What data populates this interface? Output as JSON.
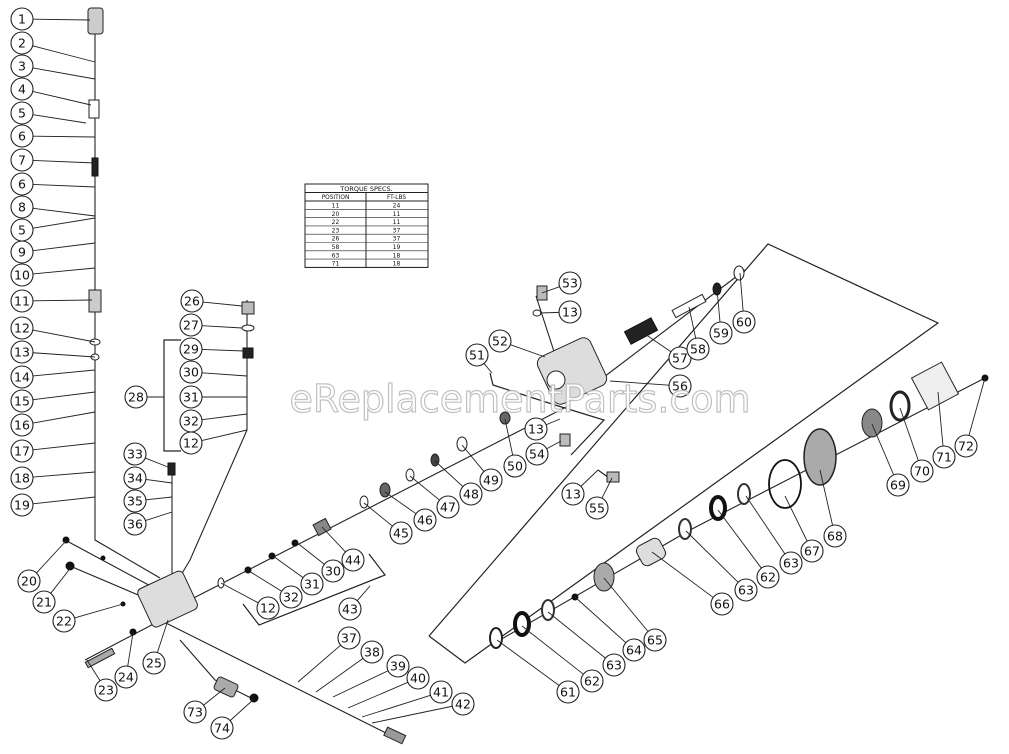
{
  "watermark": "eReplacementParts.com",
  "torque_table": {
    "title": "TORQUE SPECS.",
    "headers": [
      "POSITION",
      "FT-LBS"
    ],
    "rows": [
      [
        "11",
        "24"
      ],
      [
        "20",
        "11"
      ],
      [
        "22",
        "11"
      ],
      [
        "23",
        "37"
      ],
      [
        "26",
        "37"
      ],
      [
        "58",
        "19"
      ],
      [
        "63",
        "18"
      ],
      [
        "71",
        "18"
      ]
    ]
  },
  "callouts": [
    "1",
    "2",
    "3",
    "4",
    "5",
    "6",
    "7",
    "6",
    "8",
    "5",
    "9",
    "10",
    "11",
    "12",
    "13",
    "14",
    "15",
    "16",
    "17",
    "18",
    "19",
    "20",
    "21",
    "22",
    "23",
    "24",
    "25",
    "26",
    "27",
    "28",
    "29",
    "30",
    "31",
    "32",
    "12",
    "33",
    "34",
    "35",
    "36",
    "37",
    "38",
    "39",
    "40",
    "41",
    "42",
    "43",
    "44",
    "30",
    "31",
    "32",
    "12",
    "45",
    "46",
    "47",
    "48",
    "49",
    "50",
    "51",
    "52",
    "53",
    "13",
    "13",
    "54",
    "13",
    "55",
    "56",
    "57",
    "58",
    "59",
    "60",
    "61",
    "62",
    "63",
    "64",
    "65",
    "66",
    "63",
    "62",
    "63",
    "67",
    "68",
    "69",
    "70",
    "71",
    "72",
    "73",
    "74"
  ]
}
